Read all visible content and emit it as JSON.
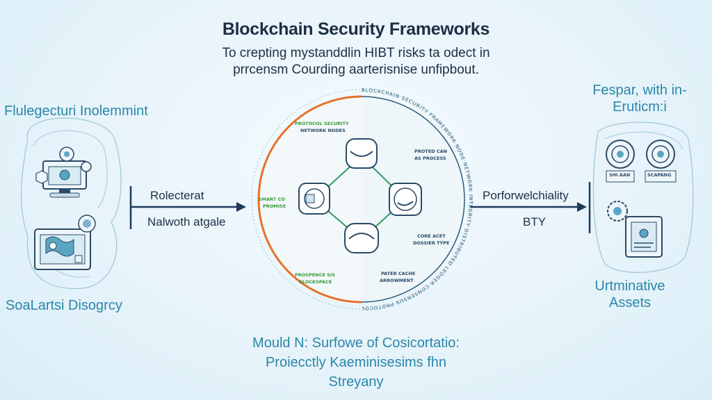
{
  "header": {
    "title": "Blockchain Security Frameworks",
    "subtitle_line1": "To crepting mystanddlin HIBT risks ta odect in",
    "subtitle_line2": "prrcensm Courding aarterisnise unfipbout."
  },
  "left_panel": {
    "top_label": "Flulegecturi Inolemmint",
    "bottom_label": "SoaLartsi Disogrcy",
    "arrow_label_top": "Rolecterat",
    "arrow_label_bottom": "Nalwoth atgale"
  },
  "right_panel": {
    "top_label_line1": "Fespar, with in-",
    "top_label_line2": "Eruticm:i",
    "bottom_label_line1": "Urtminative",
    "bottom_label_line2": "Assets",
    "arrow_label_top": "Porforwelchiality",
    "arrow_label_bottom": "BTY",
    "icon_label_1": "SHI AAN",
    "icon_label_2": "SCAPANG"
  },
  "center_diagram": {
    "ring_text": "BLOCKCHAIN SECURITY FRAMEWORK NODE NETWORK INTEGRITY DISTRIBUTED LEDGER CONSENSUS PROTOCOL",
    "labels": {
      "top_left": [
        "PROTOCOL SECURITY",
        "NETWORK NODES"
      ],
      "left": [
        "SMART CO",
        "PROMISE"
      ],
      "right_top": [
        "PROTED CAN",
        "AS PROCESS"
      ],
      "right_bottom": [
        "CORE ACET",
        "DOSSIER TYPE"
      ],
      "bottom_left": [
        "PROSPENCE SIS",
        "BLOCKSPACE"
      ],
      "bottom_right": [
        "PATER CACHE",
        "ARROWMENT"
      ]
    }
  },
  "footer": {
    "caption_line1": "Mould N: Surfowe of Cosicortatio:",
    "caption_line2": "Proiecctly Kaeminisesims fhn",
    "caption_line3": "Streyany"
  },
  "colors": {
    "accent_blue": "#2a86a8",
    "navy": "#1e3a5a",
    "orange": "#e8702a",
    "green": "#3a9a3a",
    "line_green": "#2e9a6a"
  }
}
